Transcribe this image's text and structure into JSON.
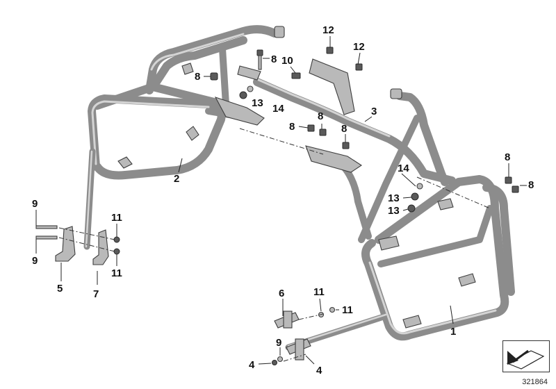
{
  "diagram": {
    "callouts": [
      "12",
      "12",
      "8",
      "10",
      "8",
      "13",
      "14",
      "3",
      "8",
      "8",
      "8",
      "2",
      "8",
      "8",
      "14",
      "13",
      "13",
      "9",
      "11",
      "9",
      "11",
      "5",
      "7",
      "6",
      "11",
      "11",
      "1",
      "9",
      "4",
      "4"
    ],
    "document_number": "321864"
  }
}
